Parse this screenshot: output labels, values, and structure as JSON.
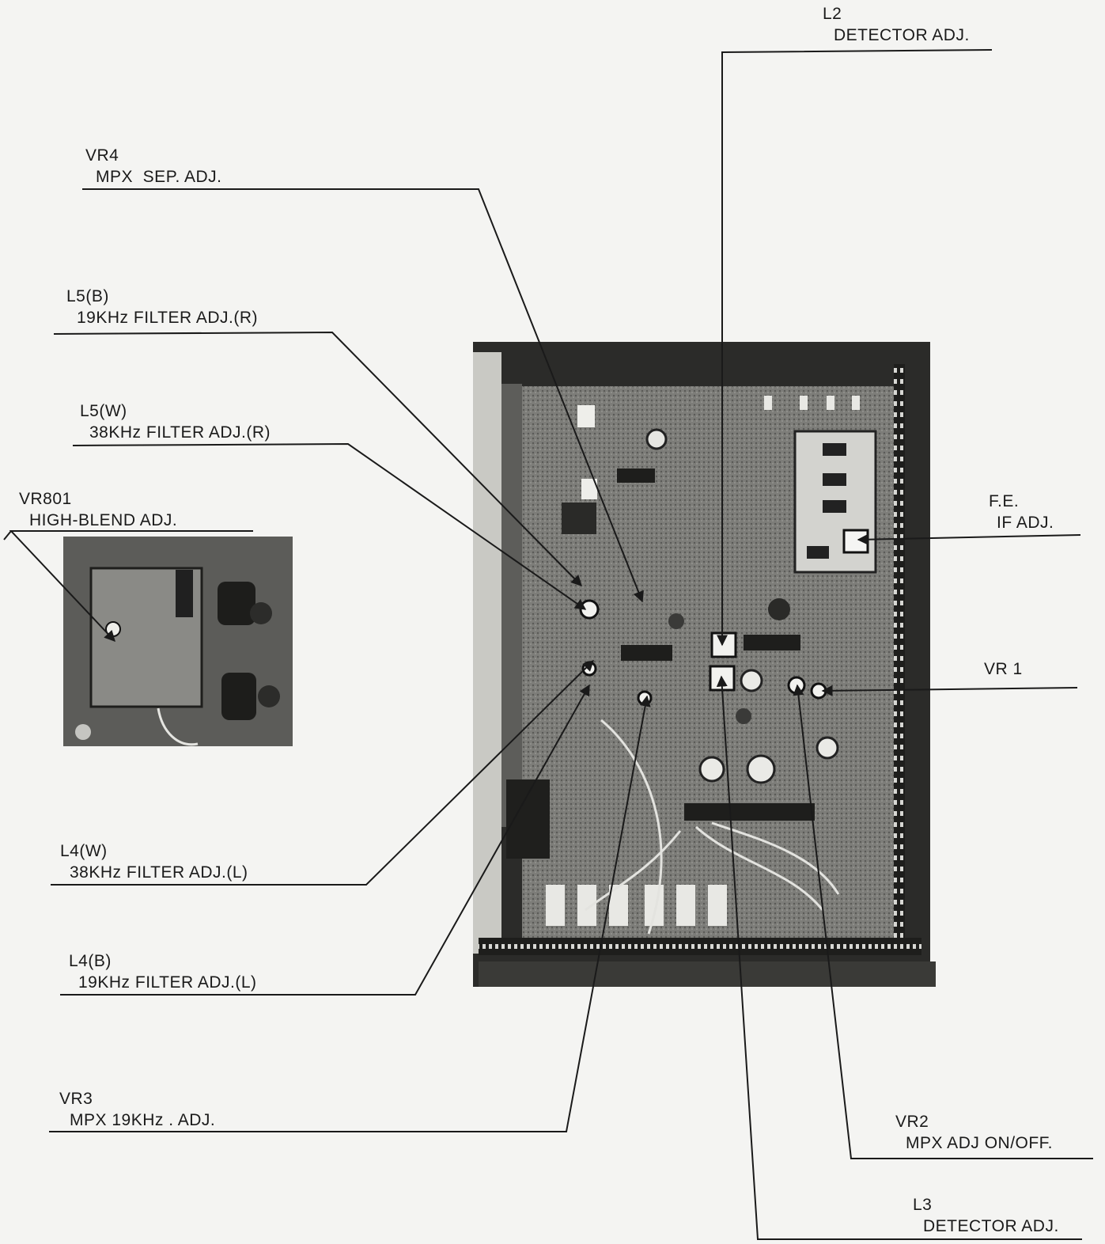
{
  "labels": {
    "l2": {
      "part": "L2",
      "desc": "DETECTOR ADJ."
    },
    "vr4": {
      "part": "VR4",
      "desc": "MPX  SEP. ADJ."
    },
    "l5b": {
      "part": "L5(B)",
      "desc": "19KHz FILTER ADJ.(R)"
    },
    "l5w": {
      "part": "L5(W)",
      "desc": "38KHz FILTER ADJ.(R)"
    },
    "vr801": {
      "part": "VR801",
      "desc": "HIGH-BLEND ADJ."
    },
    "fe": {
      "part": "F.E.",
      "desc": "IF ADJ."
    },
    "vr1": {
      "part": "VR 1",
      "desc": ""
    },
    "l4w": {
      "part": "L4(W)",
      "desc": "38KHz FILTER ADJ.(L)"
    },
    "l4b": {
      "part": "L4(B)",
      "desc": "19KHz FILTER ADJ.(L)"
    },
    "vr3": {
      "part": "VR3",
      "desc": "MPX 19KHz . ADJ."
    },
    "vr2": {
      "part": "VR2",
      "desc": "MPX ADJ ON/OFF."
    },
    "l3": {
      "part": "L3",
      "desc": "DETECTOR ADJ."
    }
  },
  "colors": {
    "ink": "#1a1a1a",
    "board": "#8e8e8a",
    "chassis": "#2a2a28",
    "paper": "#f4f4f2"
  }
}
